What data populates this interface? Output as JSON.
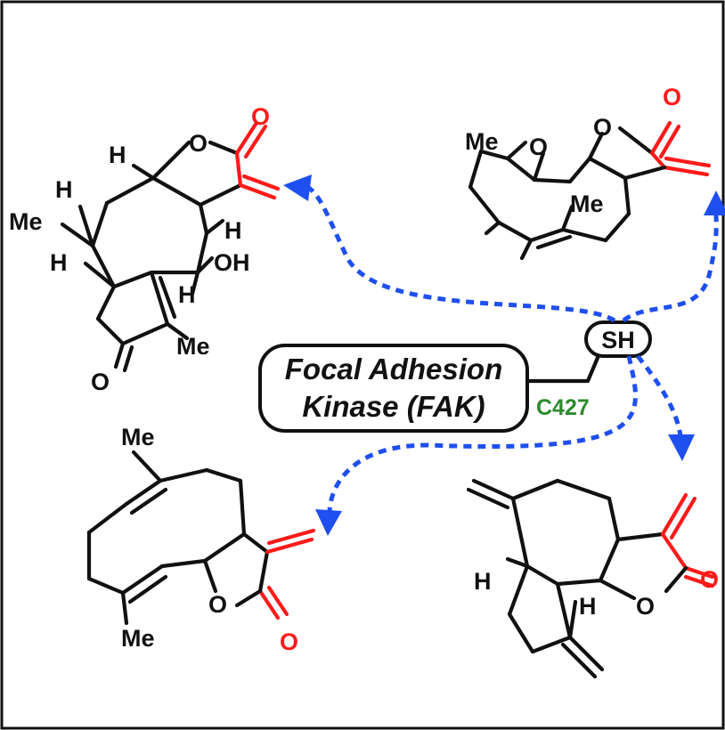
{
  "protein": {
    "name_line1": "Focal Adhesion",
    "name_line2": "Kinase (FAK)",
    "residue": "C427",
    "thiol": "SH"
  },
  "molecule_top_left": {
    "labels": [
      "H",
      "O",
      "O",
      "H",
      "Me",
      "H",
      "H",
      "OH",
      "H",
      "Me",
      "O"
    ]
  },
  "molecule_top_right": {
    "labels": [
      "O",
      "Me",
      "O",
      "O",
      "Me"
    ]
  },
  "molecule_bottom_left": {
    "labels": [
      "Me",
      "Me",
      "O",
      "O"
    ]
  },
  "molecule_bottom_right": {
    "labels": [
      "H",
      "H",
      "O",
      "O"
    ]
  },
  "colors": {
    "warhead": "#ff1a1a",
    "arrows": "#1f4ff0",
    "residue": "#2e8b2e",
    "ink": "#111111"
  }
}
